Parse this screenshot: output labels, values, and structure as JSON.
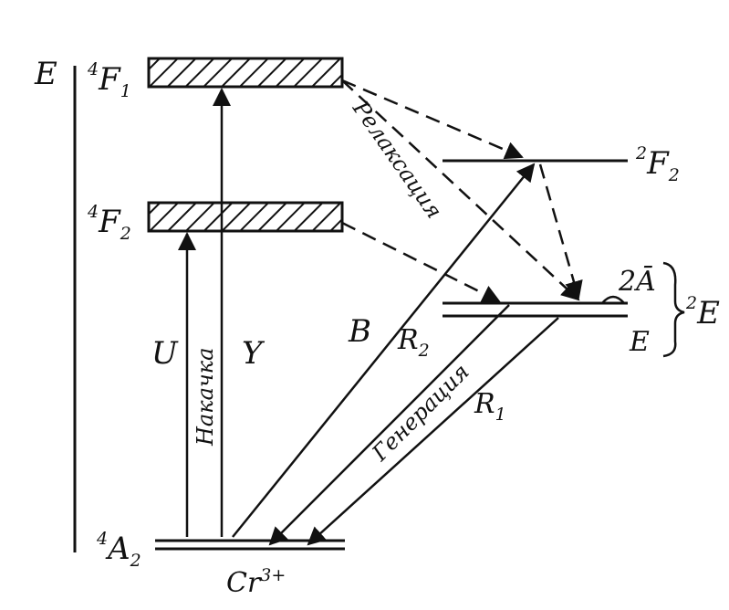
{
  "axis_label": "E",
  "levels": {
    "f1": {
      "multiplicity": "4",
      "term": "F",
      "subscript": "1"
    },
    "f2": {
      "multiplicity": "4",
      "term": "F",
      "subscript": "2"
    },
    "a2": {
      "multiplicity": "4",
      "term": "A",
      "subscript": "2"
    },
    "f2_doublet": {
      "multiplicity": "2",
      "term": "F",
      "subscript": "2"
    },
    "e_doublet": {
      "multiplicity": "2",
      "term": "E"
    },
    "sublevel_upper": "2Ā",
    "sublevel_lower": "E"
  },
  "transitions": {
    "u": "U",
    "y": "Y",
    "b": "B",
    "r2": {
      "letter": "R",
      "subscript": "2"
    },
    "r1": {
      "letter": "R",
      "subscript": "1"
    }
  },
  "annotations": {
    "pumping": "Накачка",
    "relaxation": "Релаксация",
    "generation": "Генерация"
  },
  "ion": {
    "symbol": "Cr",
    "charge": "3+"
  },
  "colors": {
    "ink": "#111111",
    "background": "#ffffff"
  }
}
